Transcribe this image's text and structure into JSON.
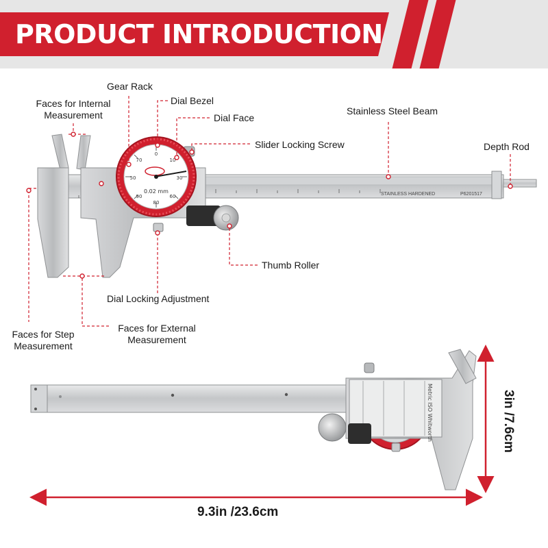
{
  "banner": {
    "title": "PRODUCT INTRODUCTION"
  },
  "labels": {
    "gear_rack": "Gear Rack",
    "dial_bezel": "Dial Bezel",
    "dial_face": "Dial Face",
    "stainless_steel_beam": "Stainless Steel Beam",
    "slider_locking_screw": "Slider Locking Screw",
    "depth_rod": "Depth Rod",
    "faces_internal_line1": "Faces for Internal",
    "faces_internal_line2": "Measurement",
    "thumb_roller": "Thumb Roller",
    "dial_locking_adjustment": "Dial Locking Adjustment",
    "faces_external_line1": "Faces for External",
    "faces_external_line2": "Measurement",
    "faces_step_line1": "Faces for Step",
    "faces_step_line2": "Measurement"
  },
  "engravings": {
    "beam_stamp": "STAINLESS HARDENED",
    "serial": "P6201517",
    "dial_unit": "0.02 mm",
    "back_label": "Metric ISO Whitworth"
  },
  "dimensions": {
    "width": "9.3in /23.6cm",
    "height": "3in /7.6cm"
  },
  "colors": {
    "accent_red": "#d0202e",
    "steel": "#c9cbcd",
    "banner_gray": "#e6e6e6"
  }
}
